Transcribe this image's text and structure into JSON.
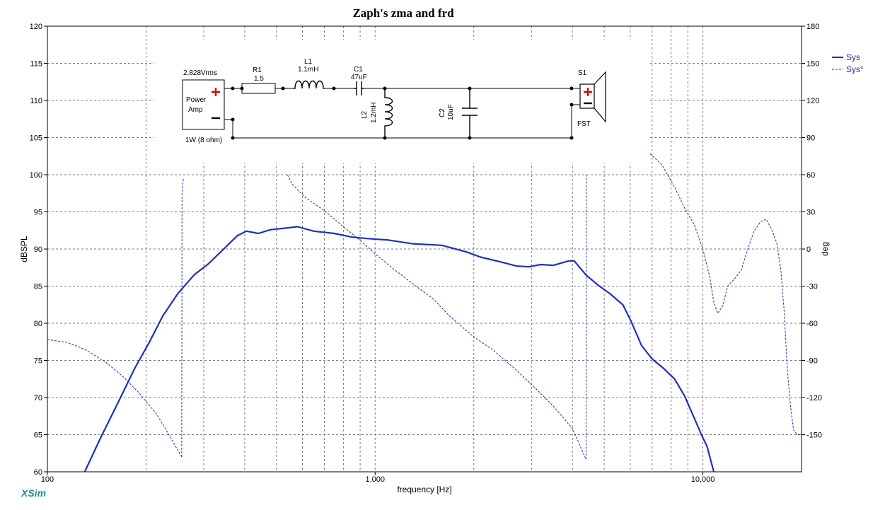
{
  "chart_data": {
    "type": "line",
    "title": "Zaph's zma and frd",
    "xlabel": "frequency [Hz]",
    "ylabel": "dBSPL",
    "y2label": "deg",
    "x_scale": "log",
    "xlim": [
      100,
      20000
    ],
    "ylim": [
      60,
      120
    ],
    "y2lim": [
      -180,
      180
    ],
    "x_ticks": [
      {
        "value": 100,
        "label": "100"
      },
      {
        "value": 1000,
        "label": "1,000"
      },
      {
        "value": 10000,
        "label": "10,000"
      }
    ],
    "y_ticks": [
      60,
      65,
      70,
      75,
      80,
      85,
      90,
      95,
      100,
      105,
      110,
      115,
      120
    ],
    "y2_ticks": [
      -150,
      -120,
      -90,
      -60,
      -30,
      0,
      30,
      60,
      90,
      120,
      150,
      180
    ],
    "grid": true,
    "legend_position": "top-right",
    "series": [
      {
        "name": "Sys",
        "axis": "left",
        "style": "solid",
        "color": "#1f2fbf",
        "points": [
          [
            130,
            60
          ],
          [
            145,
            64.5
          ],
          [
            165,
            69.5
          ],
          [
            185,
            74
          ],
          [
            205,
            77.5
          ],
          [
            225,
            81
          ],
          [
            250,
            84
          ],
          [
            280,
            86.5
          ],
          [
            310,
            88
          ],
          [
            345,
            90
          ],
          [
            380,
            91.8
          ],
          [
            405,
            92.4
          ],
          [
            440,
            92.1
          ],
          [
            480,
            92.6
          ],
          [
            530,
            92.8
          ],
          [
            580,
            93.0
          ],
          [
            650,
            92.4
          ],
          [
            750,
            92.1
          ],
          [
            850,
            91.6
          ],
          [
            950,
            91.4
          ],
          [
            1100,
            91.2
          ],
          [
            1300,
            90.7
          ],
          [
            1600,
            90.5
          ],
          [
            1900,
            89.6
          ],
          [
            2100,
            88.9
          ],
          [
            2400,
            88.3
          ],
          [
            2700,
            87.7
          ],
          [
            2950,
            87.6
          ],
          [
            3200,
            87.9
          ],
          [
            3500,
            87.8
          ],
          [
            3900,
            88.4
          ],
          [
            4050,
            88.4
          ],
          [
            4400,
            86.5
          ],
          [
            4800,
            85.1
          ],
          [
            5200,
            84.0
          ],
          [
            5700,
            82.5
          ],
          [
            6050,
            80.2
          ],
          [
            6500,
            77.0
          ],
          [
            7000,
            75.2
          ],
          [
            7600,
            73.9
          ],
          [
            8200,
            72.5
          ],
          [
            8800,
            70.2
          ],
          [
            9400,
            67.3
          ],
          [
            9900,
            65.0
          ],
          [
            10300,
            63.4
          ],
          [
            10800,
            60.0
          ]
        ]
      },
      {
        "name": "Sys°",
        "axis": "right",
        "style": "dashed",
        "color": "#1f2fbf",
        "segments": [
          [
            [
              100,
              -73.2
            ],
            [
              115,
              -75.5
            ],
            [
              130,
              -81
            ],
            [
              150,
              -91
            ],
            [
              170,
              -103
            ],
            [
              190,
              -116
            ],
            [
              215,
              -133
            ],
            [
              230,
              -146
            ],
            [
              257,
              -168
            ]
          ],
          [
            [
              257,
              -168
            ],
            [
              257.5,
              45
            ],
            [
              260,
              57
            ]
          ],
          [
            [
              540,
              60
            ],
            [
              560,
              52
            ],
            [
              610,
              42
            ],
            [
              700,
              31
            ],
            [
              800,
              18
            ],
            [
              900,
              7
            ],
            [
              1000,
              -4
            ],
            [
              1150,
              -17
            ],
            [
              1300,
              -28
            ],
            [
              1500,
              -40
            ],
            [
              1700,
              -55
            ],
            [
              2000,
              -71
            ],
            [
              2300,
              -82
            ],
            [
              2700,
              -98
            ],
            [
              3100,
              -113
            ],
            [
              3500,
              -127
            ],
            [
              4000,
              -145
            ],
            [
              4400,
              -170
            ]
          ],
          [
            [
              4400,
              -170
            ],
            [
              4410,
              60
            ]
          ],
          [
            [
              6900,
              77
            ],
            [
              7500,
              68
            ],
            [
              8200,
              50
            ],
            [
              8800,
              33
            ],
            [
              9400,
              20
            ],
            [
              10000,
              0
            ],
            [
              10500,
              -23
            ],
            [
              10800,
              -43
            ],
            [
              11100,
              -52
            ],
            [
              11500,
              -46
            ],
            [
              11900,
              -30
            ],
            [
              12500,
              -24
            ],
            [
              13100,
              -17
            ],
            [
              13600,
              -3
            ],
            [
              14300,
              14
            ],
            [
              15000,
              22
            ],
            [
              15600,
              24
            ],
            [
              16200,
              16
            ],
            [
              16800,
              5
            ],
            [
              17300,
              -17
            ],
            [
              17700,
              -50
            ],
            [
              18100,
              -97
            ],
            [
              18500,
              -126
            ],
            [
              18900,
              -146
            ],
            [
              19400,
              -150
            ],
            [
              20000,
              -150
            ]
          ]
        ]
      }
    ]
  },
  "schematic": {
    "source_voltage": "2.828Vrms",
    "source_name_line1": "Power",
    "source_name_line2": "Amp",
    "source_power": "1W (8 ohm)",
    "r1_name": "R1",
    "r1_value": "1.5",
    "l1_name": "L1",
    "l1_value": "1.1mH",
    "c1_name": "C1",
    "c1_value": "47uF",
    "l2_name": "L2",
    "l2_value": "1.2mH",
    "c2_name": "C2",
    "c2_value": "10uF",
    "speaker_name": "S1",
    "speaker_model": "FST"
  },
  "branding": {
    "logo_text": "XSim",
    "logo_color": "#1a8a8a"
  }
}
